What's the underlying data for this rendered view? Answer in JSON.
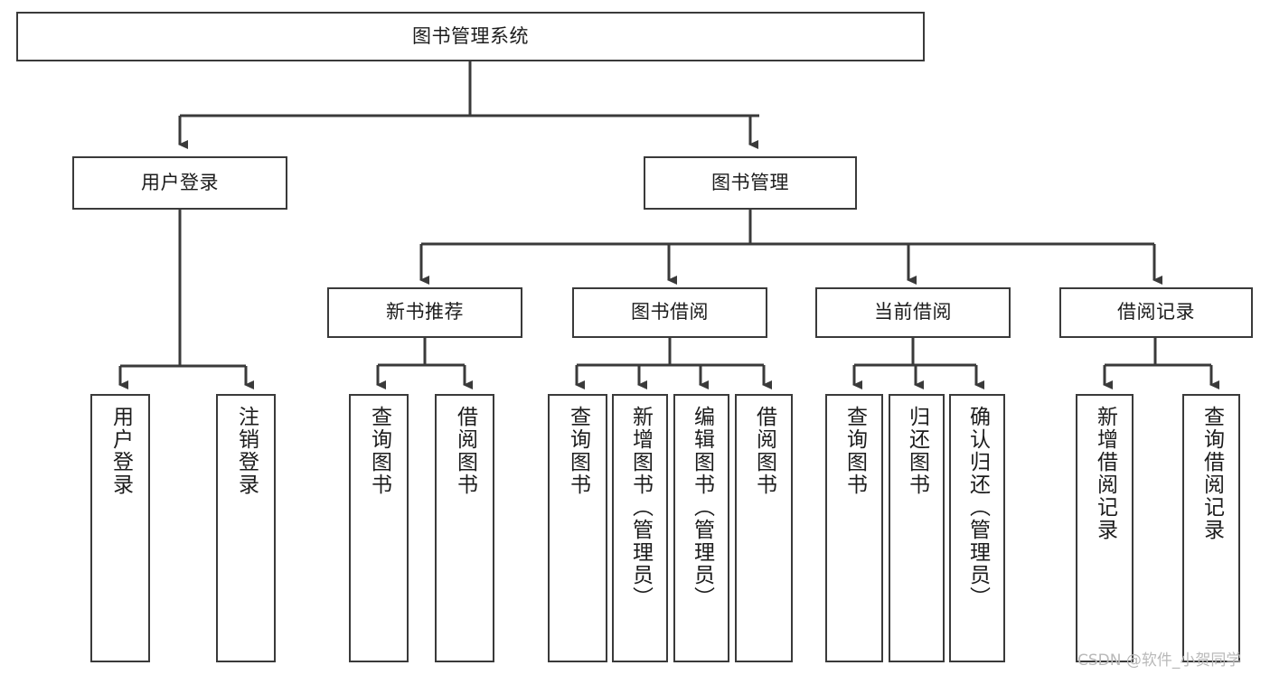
{
  "diagram": {
    "title": "图书管理系统",
    "type": "tree-hierarchy",
    "orientation": "top-down",
    "line_color": "#3a3a3a",
    "box_fill": "#ffffff",
    "text_color": "#1c1c1c",
    "watermark": "CSDN @软件_小贺同学"
  },
  "nodes": {
    "root": {
      "label": "图书管理系统",
      "level": 0
    },
    "level1": [
      {
        "id": "user_login",
        "label": "用户登录"
      },
      {
        "id": "book_manage",
        "label": "图书管理"
      }
    ],
    "level2": [
      {
        "id": "new_book_rec",
        "label": "新书推荐",
        "parent": "book_manage"
      },
      {
        "id": "book_borrow",
        "label": "图书借阅",
        "parent": "book_manage"
      },
      {
        "id": "current_borrow",
        "label": "当前借阅",
        "parent": "book_manage"
      },
      {
        "id": "borrow_record",
        "label": "借阅记录",
        "parent": "book_manage"
      }
    ],
    "leaves": [
      {
        "id": "leaf_user_login",
        "label": "用户登录",
        "parent": "user_login"
      },
      {
        "id": "leaf_user_logout",
        "label": "注销登录",
        "parent": "user_login"
      },
      {
        "id": "leaf_rec_query",
        "label": "查询图书",
        "parent": "new_book_rec"
      },
      {
        "id": "leaf_rec_borrow",
        "label": "借阅图书",
        "parent": "new_book_rec"
      },
      {
        "id": "leaf_bb_query",
        "label": "查询图书",
        "parent": "book_borrow"
      },
      {
        "id": "leaf_bb_add",
        "label": "新增图书（管理员）",
        "parent": "book_borrow"
      },
      {
        "id": "leaf_bb_edit",
        "label": "编辑图书（管理员）",
        "parent": "book_borrow"
      },
      {
        "id": "leaf_bb_borrow",
        "label": "借阅图书",
        "parent": "book_borrow"
      },
      {
        "id": "leaf_cb_query",
        "label": "查询图书",
        "parent": "current_borrow"
      },
      {
        "id": "leaf_cb_return",
        "label": "归还图书",
        "parent": "current_borrow"
      },
      {
        "id": "leaf_cb_confirm",
        "label": "确认归还（管理员）",
        "parent": "current_borrow"
      },
      {
        "id": "leaf_br_add",
        "label": "新增借阅记录",
        "parent": "borrow_record"
      },
      {
        "id": "leaf_br_query",
        "label": "查询借阅记录",
        "parent": "borrow_record"
      }
    ]
  }
}
